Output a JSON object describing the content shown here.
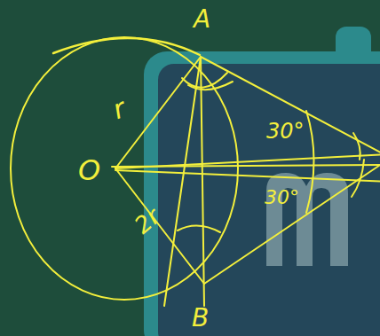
{
  "diagram": {
    "labels": [
      "A",
      "r",
      "O",
      "2r",
      "30°",
      "30°",
      "B"
    ]
  }
}
